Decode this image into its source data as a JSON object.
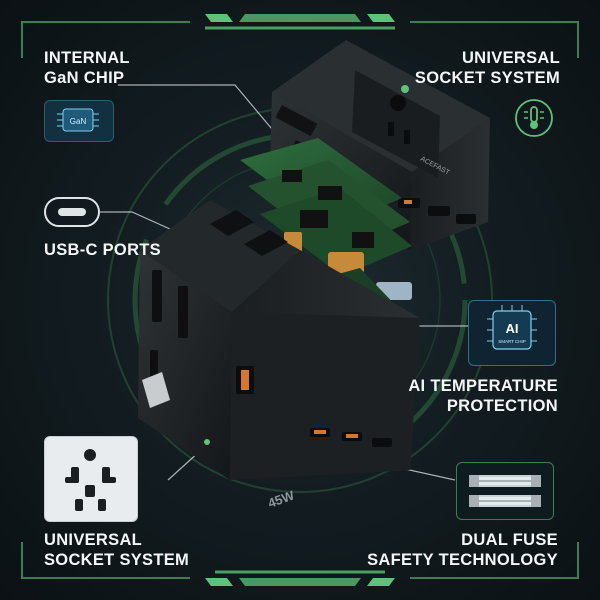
{
  "labels": {
    "internal_gan_chip": [
      "INTERNAL",
      "GaN CHIP"
    ],
    "universal_socket_top": [
      "UNIVERSAL",
      "SOCKET SYSTEM"
    ],
    "usb_c_ports": [
      "USB-C PORTS"
    ],
    "ai_temperature": [
      "AI TEMPERATURE",
      "PROTECTION"
    ],
    "universal_socket_bottom": [
      "UNIVERSAL",
      "SOCKET SYSTEM"
    ],
    "dual_fuse": [
      "DUAL FUSE",
      "SAFETY TECHNOLOGY"
    ]
  },
  "icon_text": {
    "gan_chip": "GaN",
    "ai_chip_main": "AI",
    "ai_chip_sub": "SMART CHIP"
  },
  "product_text": {
    "brand_top": "ACEFAST",
    "wattage_mark": "45W"
  },
  "colors": {
    "accent_green": "#4b9f63",
    "text": "#f4f6f7",
    "background": "#0d1418"
  }
}
